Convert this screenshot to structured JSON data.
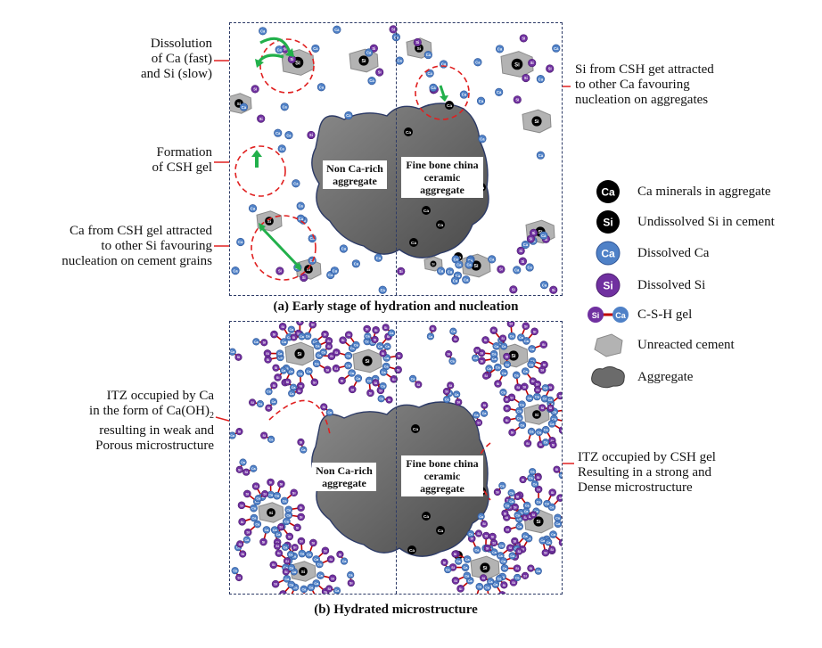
{
  "panel_a": {
    "caption": "(a) Early stage of hydration and nucleation",
    "agg_left": "Non Ca-rich aggregate",
    "agg_right": "Fine bone china ceramic aggregate"
  },
  "panel_b": {
    "caption": "(b) Hydrated microstructure",
    "agg_left": "Non Ca-rich aggregate",
    "agg_right": "Fine bone china ceramic aggregate"
  },
  "annotations": {
    "dissolution": [
      "Dissolution",
      "of Ca (fast)",
      "and Si (slow)"
    ],
    "formation": [
      "Formation",
      "of CSH gel"
    ],
    "ca_attracted": [
      "Ca from CSH gel attracted",
      "to other Si favouring",
      "nucleation on cement grains"
    ],
    "si_attracted": [
      "Si from CSH get attracted",
      "to other Ca favouring",
      "nucleation on aggregates"
    ],
    "itz_ca": [
      "ITZ  occupied by Ca",
      "in the form of Ca(OH)",
      "2",
      "resulting in weak and",
      "Porous microstructure"
    ],
    "itz_csh": [
      "ITZ occupied by CSH gel",
      "Resulting in a strong and",
      "Dense microstructure"
    ]
  },
  "legend": [
    {
      "symbol": "Ca",
      "label": "Ca minerals in aggregate",
      "color": "#000000"
    },
    {
      "symbol": "Si",
      "label": "Undissolved Si in cement",
      "color": "#000000"
    },
    {
      "symbol": "Ca",
      "label": "Dissolved Ca",
      "color": "#4f81c7"
    },
    {
      "symbol": "Si",
      "label": "Dissolved Si",
      "color": "#7030a0"
    },
    {
      "symbol": "Si-Ca",
      "label": "C-S-H gel",
      "color": "#c00000"
    },
    {
      "symbol": "",
      "label": "Unreacted cement",
      "color": "#b3b3b3"
    },
    {
      "symbol": "",
      "label": "Aggregate",
      "color": "#6b6b6b"
    }
  ],
  "icon_text": {
    "ca": "Ca",
    "si": "Si"
  },
  "colors": {
    "ca": "#4f81c7",
    "si": "#7030a0",
    "link": "#c00000",
    "arrow": "#22b04b",
    "red_dash": "#e02020",
    "frame": "#2c3a66"
  }
}
